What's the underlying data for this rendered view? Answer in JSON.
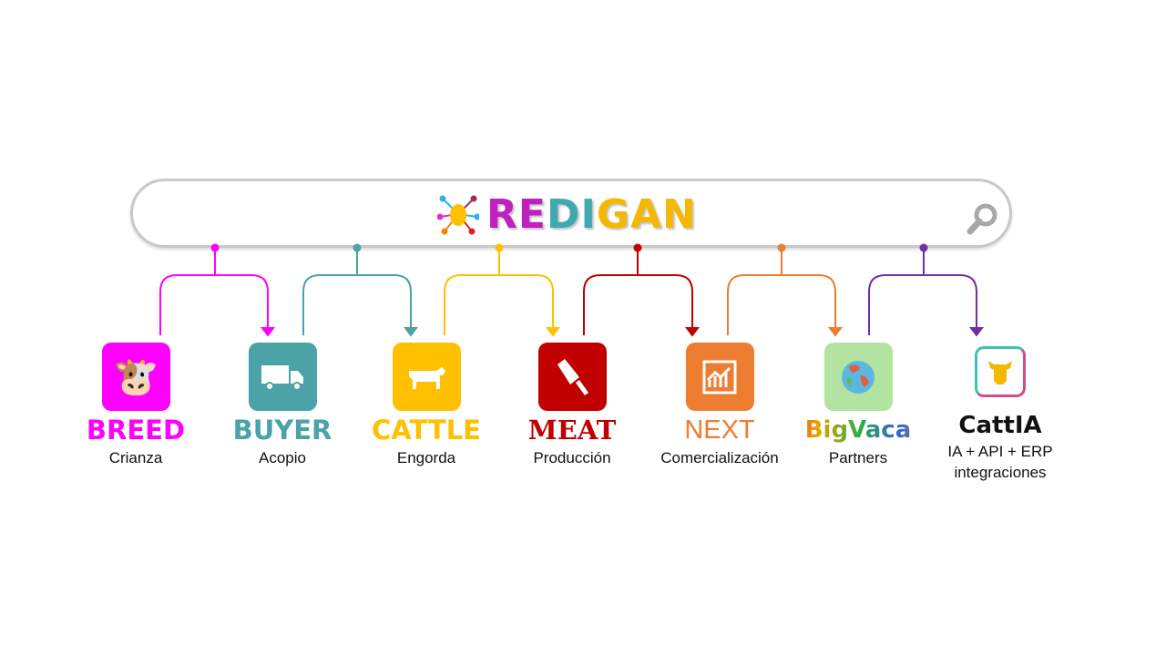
{
  "header": {
    "logo_text_parts": [
      "RE",
      "DI",
      "GAN"
    ],
    "search_icon": "magnifier-icon"
  },
  "colors": {
    "breed": "#ff00ff",
    "buyer": "#4ba3a8",
    "cattle": "#ffc000",
    "meat": "#c00000",
    "next": "#ed7d31",
    "bigvaca": "#b3e3a0",
    "cattia": "#7030a0"
  },
  "modules": [
    {
      "brand": "BREED",
      "subtitle": "Crianza",
      "icon": "cow-head-icon"
    },
    {
      "brand": "BUYER",
      "subtitle": "Acopio",
      "icon": "truck-icon"
    },
    {
      "brand": "CATTLE",
      "subtitle": "Engorda",
      "icon": "cow-icon"
    },
    {
      "brand": "MEAT",
      "subtitle": "Producción",
      "icon": "cleaver-icon"
    },
    {
      "brand": "NEXT",
      "subtitle": "Comercialización",
      "icon": "growth-chart-icon"
    },
    {
      "brand": "BigVaca",
      "subtitle": "Partners",
      "icon": "globe-icon"
    },
    {
      "brand": "CattIA",
      "subtitle": "IA + API + ERP integraciones",
      "icon": "ai-cow-icon"
    }
  ]
}
